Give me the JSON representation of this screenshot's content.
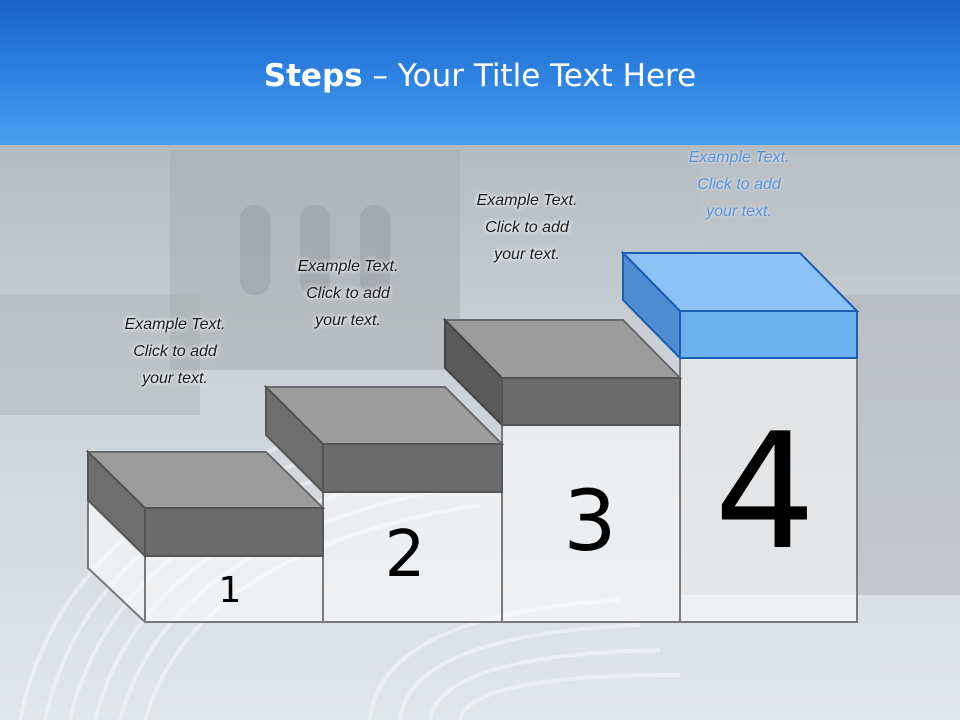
{
  "slide": {
    "title_bold": "Steps",
    "title_rest": " – Your Title Text Here",
    "colors": {
      "header": "#2a7ad8",
      "step_gray": "#8a8a8a",
      "step_blue": "#6fb0f0"
    }
  },
  "steps": [
    {
      "number": "1",
      "line1": "Example Text.",
      "line2": "Click  to add",
      "line3": "your text."
    },
    {
      "number": "2",
      "line1": "Example Text.",
      "line2": "Click  to add",
      "line3": "your text."
    },
    {
      "number": "3",
      "line1": "Example Text.",
      "line2": "Click  to add",
      "line3": "your text."
    },
    {
      "number": "4",
      "line1": "Example Text.",
      "line2": "Click  to add",
      "line3": "your text."
    }
  ]
}
